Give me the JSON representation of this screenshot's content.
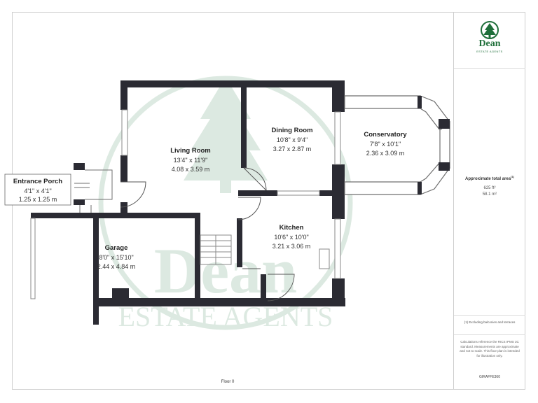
{
  "brand": {
    "logo_name": "Dean",
    "logo_tagline": "ESTATE AGENTS",
    "accent_color": "#1f6f3a"
  },
  "watermark": {
    "name": "Dean",
    "tagline": "ESTATE AGENTS"
  },
  "rooms": [
    {
      "id": "entrance-porch",
      "name": "Entrance Porch",
      "imperial": "4'1\" x 4'1\"",
      "metric": "1.25 x 1.25 m"
    },
    {
      "id": "living-room",
      "name": "Living Room",
      "imperial": "13'4\" x 11'9\"",
      "metric": "4.08 x 3.59 m"
    },
    {
      "id": "dining-room",
      "name": "Dining Room",
      "imperial": "10'8\" x 9'4\"",
      "metric": "3.27 x 2.87 m"
    },
    {
      "id": "conservatory",
      "name": "Conservatory",
      "imperial": "7'8\" x 10'1\"",
      "metric": "2.36 x 3.09 m"
    },
    {
      "id": "kitchen",
      "name": "Kitchen",
      "imperial": "10'6\" x 10'0\"",
      "metric": "3.21 x 3.06 m"
    },
    {
      "id": "garage",
      "name": "Garage",
      "imperial": "8'0\" x 15'10\"",
      "metric": "2.44 x 4.84 m"
    }
  ],
  "area": {
    "title": "Approximate total area",
    "footnote_mark": "(1)",
    "imperial": "625 ft²",
    "metric": "58.1 m²"
  },
  "footnote": "(1) Excluding balconies and terraces",
  "calculation_note": "Calculations reference the RICS IPMS 3C standard. Measurements are approximate and not to scale. This floor plan is intended for illustration only.",
  "floor_label": "Floor 0",
  "software_brand": "GIRAFFE360"
}
